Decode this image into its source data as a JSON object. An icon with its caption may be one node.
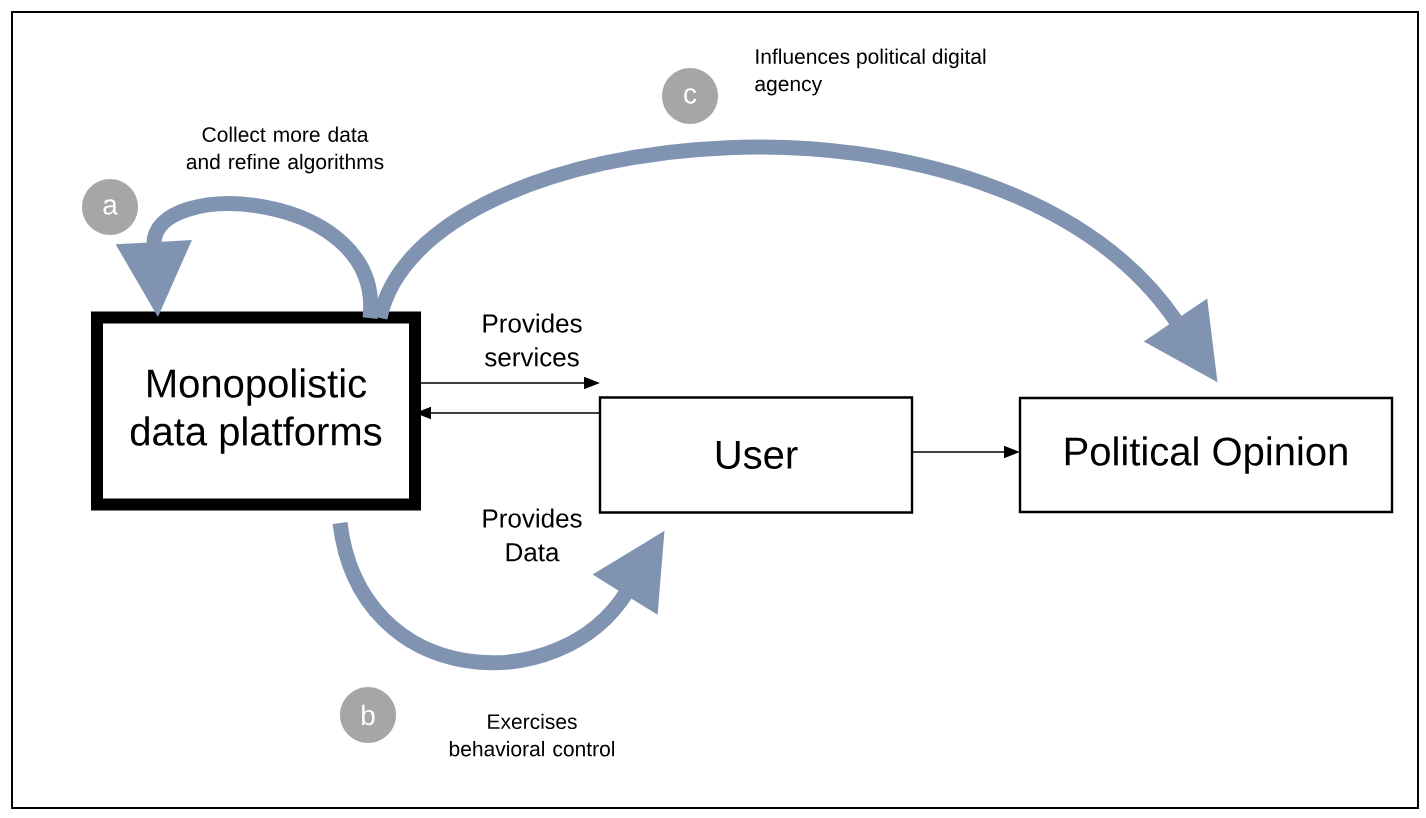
{
  "diagram": {
    "nodes": [
      {
        "text": [
          "Monopolistic data platforms"
        ]
      },
      {
        "text": [
          "User"
        ]
      },
      {
        "text": [
          "Political Opinion"
        ]
      },
      {
        "text": [
          "a"
        ]
      },
      {
        "text": [
          "b"
        ]
      },
      {
        "text": [
          "c"
        ]
      }
    ],
    "edges": [
      {
        "from": 0,
        "to": 0,
        "arrow": "to",
        "label": "Collect more data and refine algorithms",
        "style": "thick",
        "color": "#8094b2"
      },
      {
        "from": 0,
        "to": 2,
        "arrow": "to",
        "label": "Influences political digital agency",
        "style": "thick",
        "color": "#8094b2"
      },
      {
        "from": 0,
        "to": 1,
        "arrow": "to",
        "label": "Provides services",
        "color": "#000000"
      },
      {
        "from": 1,
        "to": 0,
        "arrow": "to",
        "label": "Provides Data",
        "color": "#000000"
      },
      {
        "from": 1,
        "to": 2,
        "arrow": "to",
        "color": "#000000"
      },
      {
        "from": 0,
        "to": 1,
        "arrow": "to",
        "label": "Exercises behavioral control",
        "style": "thick",
        "color": "#8094b2"
      }
    ]
  }
}
